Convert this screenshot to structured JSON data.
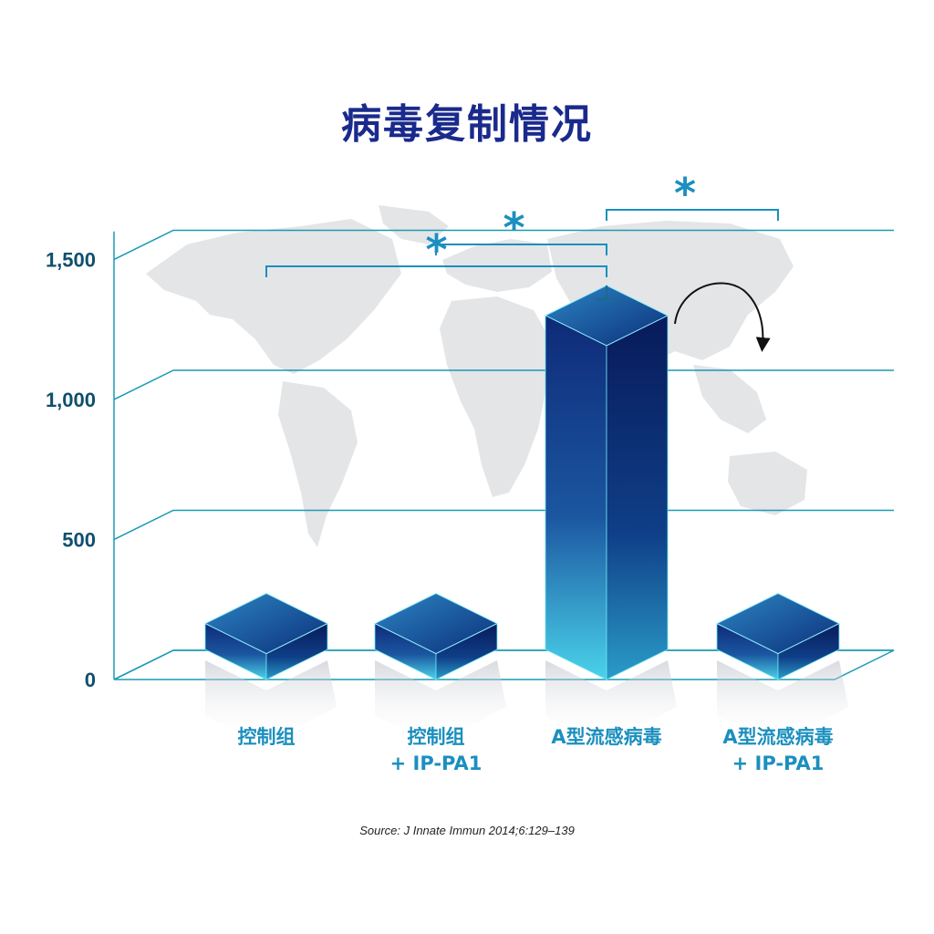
{
  "chart_data": {
    "type": "bar",
    "title": "病毒复制情况",
    "categories": [
      [
        "控制组"
      ],
      [
        "控制组",
        "+ IP-PA1"
      ],
      [
        "A型流感病毒"
      ],
      [
        "A型流感病毒",
        "+ IP-PA1"
      ]
    ],
    "values": [
      200,
      200,
      1300,
      200
    ],
    "error_bar_top": [
      null,
      null,
      1390,
      null
    ],
    "ylim": [
      0,
      1600
    ],
    "yticks": [
      0,
      500,
      1000,
      1500
    ],
    "ytick_labels": [
      "0",
      "500",
      "1,000",
      "1,500"
    ],
    "xlabel": "",
    "ylabel": "",
    "grid": true,
    "significance": [
      {
        "from": 0,
        "to": 2,
        "label": "*"
      },
      {
        "from": 1,
        "to": 2,
        "label": "*"
      },
      {
        "from": 2,
        "to": 3,
        "label": "*"
      }
    ],
    "colors": {
      "bar_top": "#1d6fa6",
      "bar_dark": "#0b1f6a",
      "bar_glow": "#4ad3ea",
      "grid": "#1b9ab6",
      "axis_text": "#0f4f6e",
      "category_text": "#1b8fbf",
      "title": "#1a2a8c"
    }
  },
  "source": "Source: J Innate Immun 2014;6:129–139",
  "decorations": {
    "background": "world-map-icon",
    "arrow": "curved-arrow-icon"
  }
}
